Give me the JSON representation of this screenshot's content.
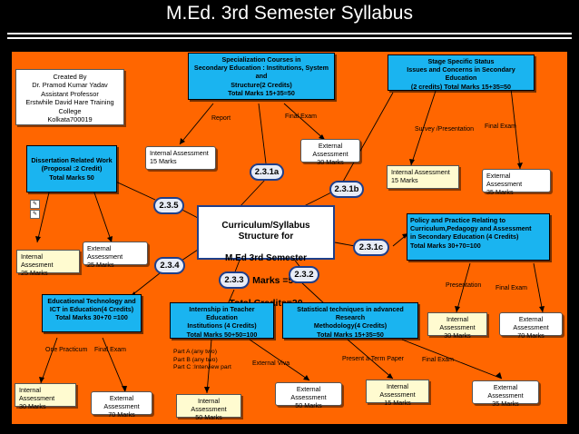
{
  "title": "M.Ed. 3rd Semester Syllabus",
  "creator": "Created By\nDr. Pramod Kumar Yadav\nAssistant Professor\nErstwhile David Hare Training College\nKolkata700019",
  "center": {
    "line1": "Curriculum/Syllabus Structure for",
    "line2": "M.Ed 3rd  Semester",
    "line3": "Total Marks =500",
    "line4": "Total Credits=20"
  },
  "tags": {
    "t231a": "2.3.1a",
    "t231b": "2.3.1b",
    "t231c": "2.3.1c",
    "t232": "2.3.2",
    "t233": "2.3.3",
    "t234": "2.3.4",
    "t235": "2.3.5"
  },
  "modules": {
    "specialization": "Specialization Courses in\nSecondary Education : Institutions, System and\nStructure(2 Credits)\nTotal Marks 15+35=50",
    "stage": "Stage Specific Status\nIssues and Concerns in Secondary Education\n(2 credits) Total Marks 15+35=50",
    "dissertation": "Dissertation Related Work\n(Proposal :2 Credit)\nTotal Marks 50",
    "policy": "Policy and Practice Relating to\nCurriculum,Pedagogy and Assessment\n in Secondary Education (4 Credits)\nTotal Marks 30+70=100",
    "edtech": "Educational Technology and\nICT in Education(4 Credits)\nTotal Marks 30+70 =100",
    "internship": "Internship in Teacher Education\nInstitutions (4 Credits)\nTotal Marks 50+50=100",
    "statistics": "Statistical techniques in advanced Research\nMethodology(4 Credits)\nTotal Marks 15+35=50"
  },
  "assessments": {
    "spec_internal": "Internal Assessment\n15 Marks",
    "spec_external": "External Assessment\n30 Marks",
    "stage_internal": "Internal Assessment\n15 Marks",
    "stage_external": "External Assessment\n35 Marks",
    "diss_internal": "Internal Assesment\n25 Marks",
    "diss_external": "External Assessment\n25 Marks",
    "policy_internal": "Internal Assessment\n30 Marks",
    "policy_external": "External Assessment\n70 Marks",
    "edtech_internal": "Internal Assessment\n30 Marks",
    "edtech_external": "External Assessment\n70 Marks",
    "intern_parts": "Part A (any two)\nPart B (any two)\nPart C :Interview part",
    "intern_internal": "Internal Assessment\n50 Marks",
    "intern_external": "External Assessment\n50 Marks",
    "stat_internal": "Internal Assessment\n15 Marks",
    "stat_external": "External Assessment\n35 Marks"
  },
  "labels": {
    "report": "Report",
    "final_exam_spec": "Final Exam",
    "survey": "Survey /Presentation",
    "final_exam_stage": "Final Exam",
    "presentation": "Presentation",
    "final_exam_policy": "Final Exam",
    "one_practicum": "One Practicum",
    "final_exam_edtech": "Final Exam",
    "external_viva": "External Viva",
    "term_paper": "Present a Term Paper",
    "final_exam_stat": "Final Exam"
  },
  "colors": {
    "background": "#ff6600",
    "module": "#1ab4f0",
    "tag_border": "#1f3f8a"
  }
}
